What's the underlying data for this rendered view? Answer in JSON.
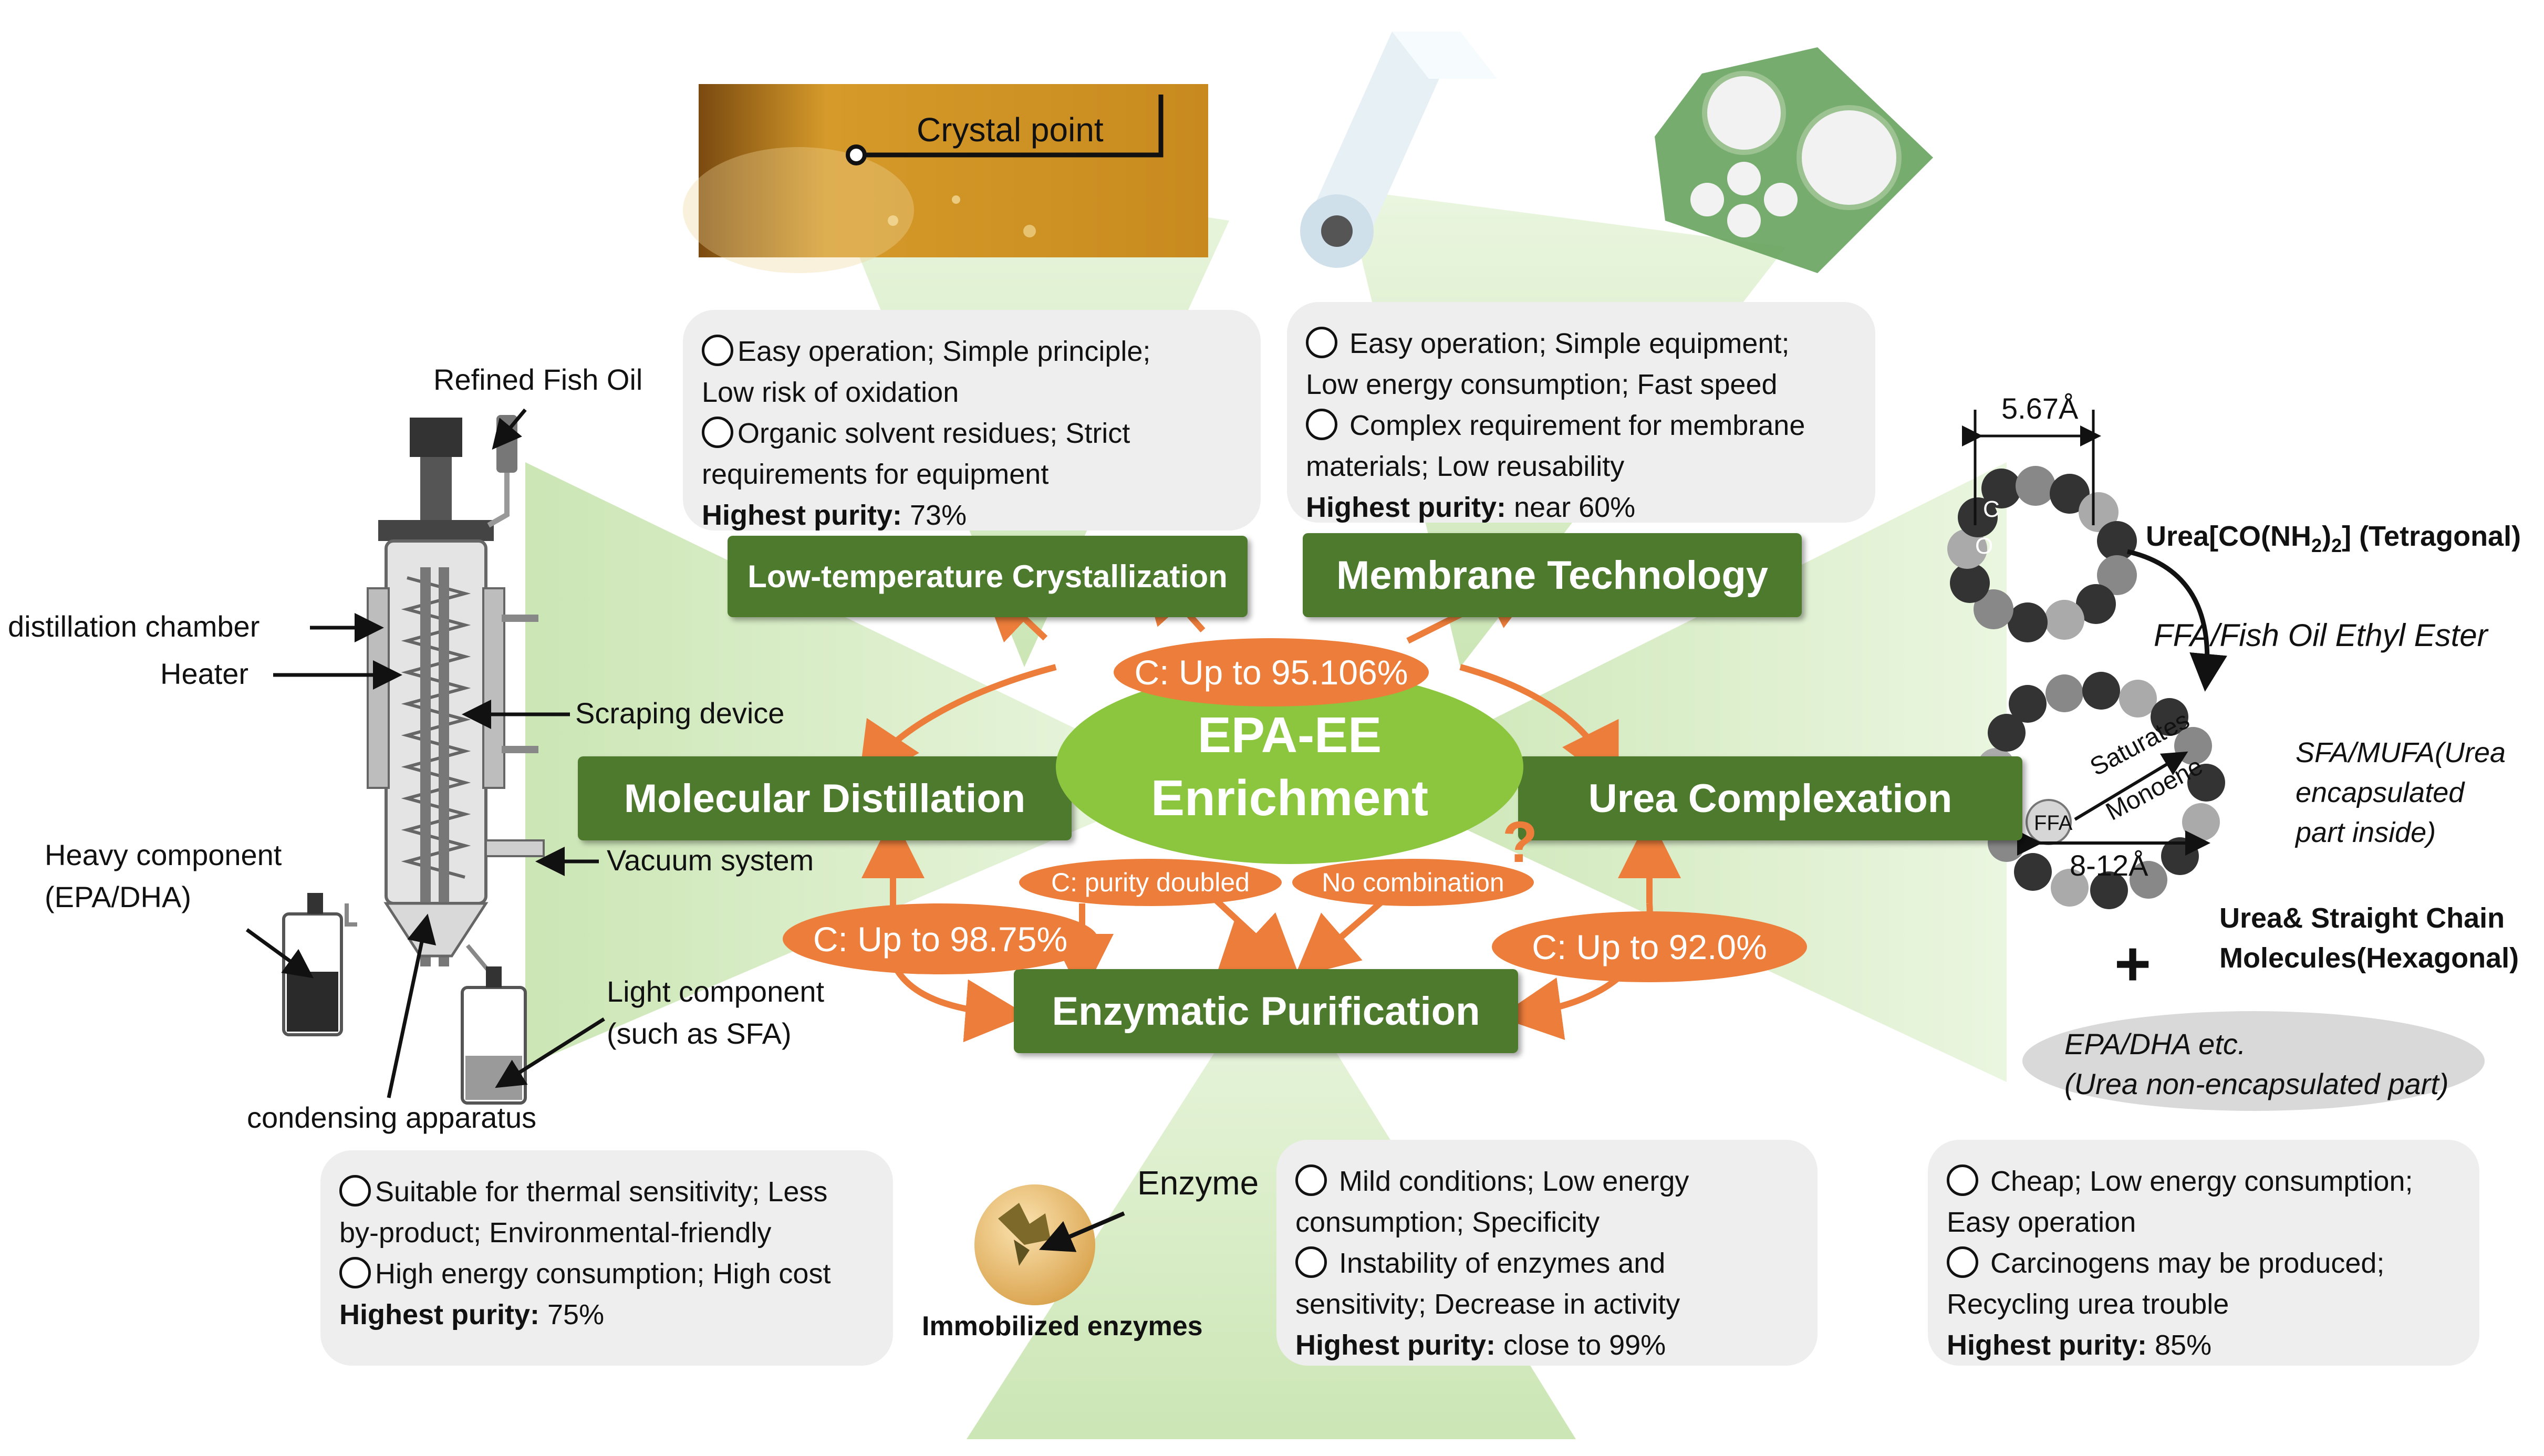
{
  "center": {
    "line1": "EPA-EE",
    "line2": "Enrichment"
  },
  "methods": {
    "low_temp": "Low-temperature Crystallization",
    "membrane": "Membrane Technology",
    "molecular": "Molecular Distillation",
    "urea": "Urea Complexation",
    "enzymatic": "Enzymatic Purification"
  },
  "combinations": {
    "c1": "C: Up to 95.106%",
    "c2": "C: Up to 98.75%",
    "c3": "C: Up to 92.0%",
    "c4": "C: purity doubled",
    "c5": "No combination",
    "question_mark": "?"
  },
  "crystal": {
    "label": "Crystal point"
  },
  "distiller_labels": {
    "refined": "Refined Fish Oil",
    "chamber": "distillation chamber",
    "heater": "Heater",
    "scraping": "Scraping device",
    "vacuum": "Vacuum system",
    "heavy1": "Heavy component",
    "heavy2": "(EPA/DHA)",
    "light1": "Light component",
    "light2": "(such as SFA)",
    "condensing": "condensing apparatus"
  },
  "enzyme": {
    "label": "Enzyme",
    "caption": "Immobilized enzymes"
  },
  "urea_diagram": {
    "dim_top": "5.67Å",
    "c_letter": "C",
    "o_letter": "O",
    "tetragonal_prefix": "Urea[CO(NH",
    "tetragonal_sub": "2",
    "tetragonal_mid": ")",
    "tetragonal_sub2": "2",
    "tetragonal_suffix": "] (Tetragonal)",
    "ffa_line": "FFA/Fish Oil Ethyl Ester",
    "ffa": "FFA",
    "saturates": "Saturates",
    "monoene": "Monoene",
    "dim_bottom": "8-12Å",
    "sfa1": "SFA/MUFA(Urea",
    "sfa2": "encapsulated",
    "sfa3": "part inside)",
    "hex1": "Urea& Straight Chain",
    "hex2": "Molecules(Hexagonal)",
    "plus": "+",
    "epa1": "EPA/DHA etc.",
    "epa2": "(Urea non-encapsulated part)"
  },
  "boxes": {
    "low_temp": {
      "l1": "Easy operation; Simple principle;",
      "l2": "Low risk of oxidation",
      "l3": "Organic solvent residues; Strict",
      "l4": "requirements for equipment",
      "purity_label": "Highest purity:",
      "purity_value": " 73%"
    },
    "membrane": {
      "l1": " Easy operation; Simple equipment;",
      "l2": "Low energy consumption; Fast speed",
      "l3": " Complex requirement for membrane",
      "l4": "materials; Low reusability",
      "purity_label": "Highest purity:",
      "purity_value": " near 60%"
    },
    "molecular": {
      "l1": "Suitable for thermal sensitivity; Less",
      "l2": "by-product; Environmental-friendly",
      "l3": "High energy consumption; High cost",
      "purity_label": "Highest purity:",
      "purity_value": " 75%"
    },
    "enzymatic": {
      "l1": " Mild conditions; Low energy",
      "l2": "consumption; Specificity",
      "l3": " Instability of enzymes and",
      "l4": "sensitivity; Decrease in activity",
      "purity_label": "Highest purity:",
      "purity_value": " close to 99%"
    },
    "urea": {
      "l1": " Cheap; Low energy consumption;",
      "l2": "Easy operation",
      "l3": " Carcinogens may be produced;",
      "l4": "Recycling urea trouble",
      "purity_label": "Highest purity:",
      "purity_value": " 85%"
    }
  },
  "colors": {
    "fan_green": "#cfe8b8",
    "method_green": "#4e7a2e",
    "center_green": "#8cc63f",
    "orange": "#ec7d3a",
    "box_gray": "#eeeeee"
  }
}
